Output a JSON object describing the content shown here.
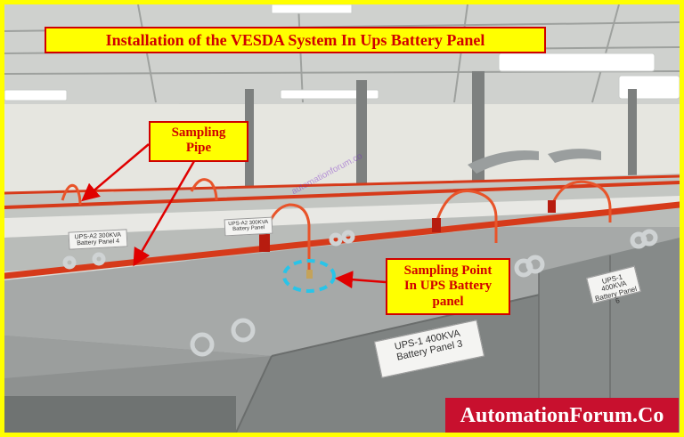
{
  "title": "Installation of the VESDA System In Ups Battery Panel",
  "callouts": {
    "sampling_pipe": [
      "Sampling",
      "Pipe"
    ],
    "sampling_point": [
      "Sampling Point",
      "In UPS Battery",
      "panel"
    ]
  },
  "labels": {
    "panel_3": [
      "UPS-1 400KVA",
      "Battery Panel 3"
    ],
    "panel_6": [
      "UPS-1 400KVA",
      "Battery Panel 6"
    ],
    "panel_4": [
      "UPS-A2 300KVA",
      "Battery Panel 4"
    ],
    "panel_a2": [
      "UPS-A2 300KVA",
      "Battery Panel"
    ]
  },
  "watermark": "automationforum.co",
  "brand": "AutomationForum.Co",
  "colors": {
    "frame": "#ffff00",
    "callout_bg": "#ffff00",
    "callout_text": "#d00000",
    "arrow": "#e00000",
    "pipe": "#d63a1a",
    "highlight_circle": "#29c4e8",
    "brand_bg": "#c8102e"
  }
}
